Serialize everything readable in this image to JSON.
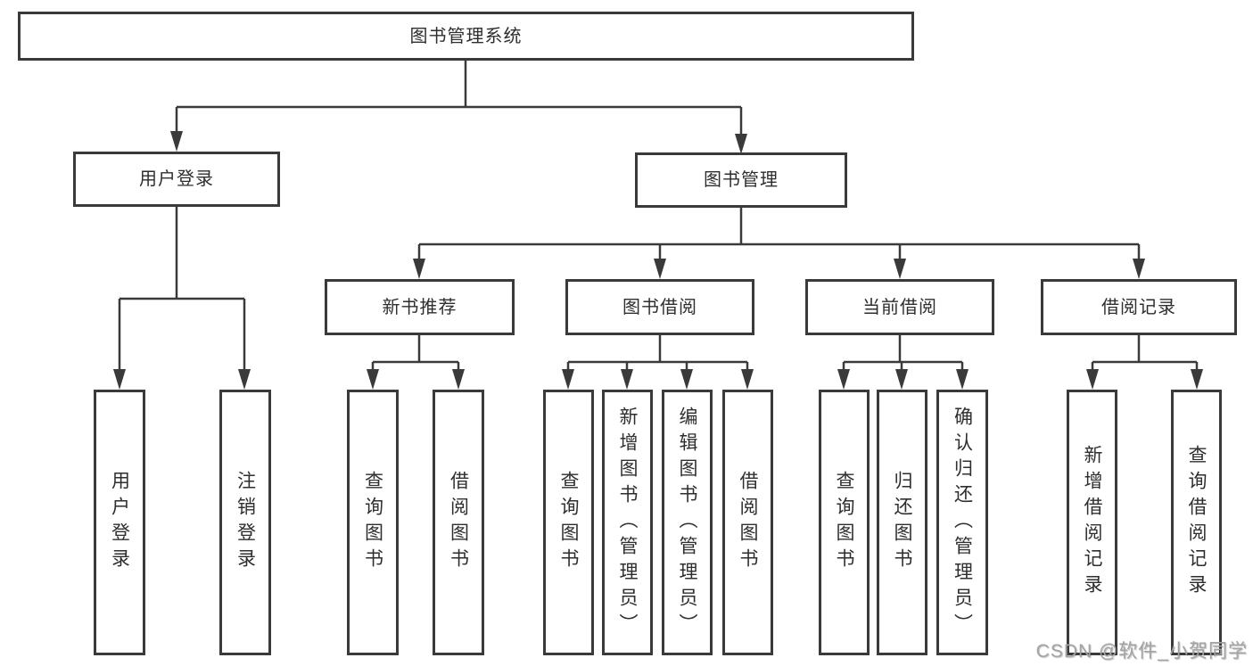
{
  "diagram_title": "图书管理系统",
  "nodes": {
    "root": {
      "label": "图书管理系统"
    },
    "l2": [
      {
        "label": "用户登录"
      },
      {
        "label": "图书管理"
      }
    ],
    "l3": [
      {
        "label": "新书推荐"
      },
      {
        "label": "图书借阅"
      },
      {
        "label": "当前借阅"
      },
      {
        "label": "借阅记录"
      }
    ],
    "l4": {
      "userLogin": [
        {
          "label": "用户登录"
        },
        {
          "label": "注销登录"
        }
      ],
      "newBookRec": [
        {
          "label": "查询图书"
        },
        {
          "label": "借阅图书"
        }
      ],
      "bookBorrow": [
        {
          "label": "查询图书"
        },
        {
          "label": "新增图书（管理员）"
        },
        {
          "label": "编辑图书（管理员）"
        },
        {
          "label": "借阅图书"
        }
      ],
      "currentBorrow": [
        {
          "label": "查询图书"
        },
        {
          "label": "归还图书"
        },
        {
          "label": "确认归还（管理员）"
        }
      ],
      "borrowRecords": [
        {
          "label": "新增借阅记录"
        },
        {
          "label": "查询借阅记录"
        }
      ]
    }
  },
  "watermark": {
    "text": "CSDN @软件_小贺同学"
  },
  "colors": {
    "line": "#3a3a3a",
    "box_border": "#3a3a3a",
    "text": "#2e2e2e",
    "background": "#ffffff",
    "watermark": "#a3a3a6"
  }
}
